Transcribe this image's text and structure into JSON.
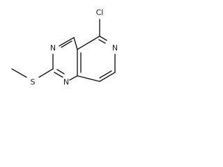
{
  "molecule": {
    "atoms": {
      "cl": "Cl",
      "n_pyridine": "N",
      "n_top": "N",
      "n_bottom": "N",
      "s": "S"
    }
  }
}
